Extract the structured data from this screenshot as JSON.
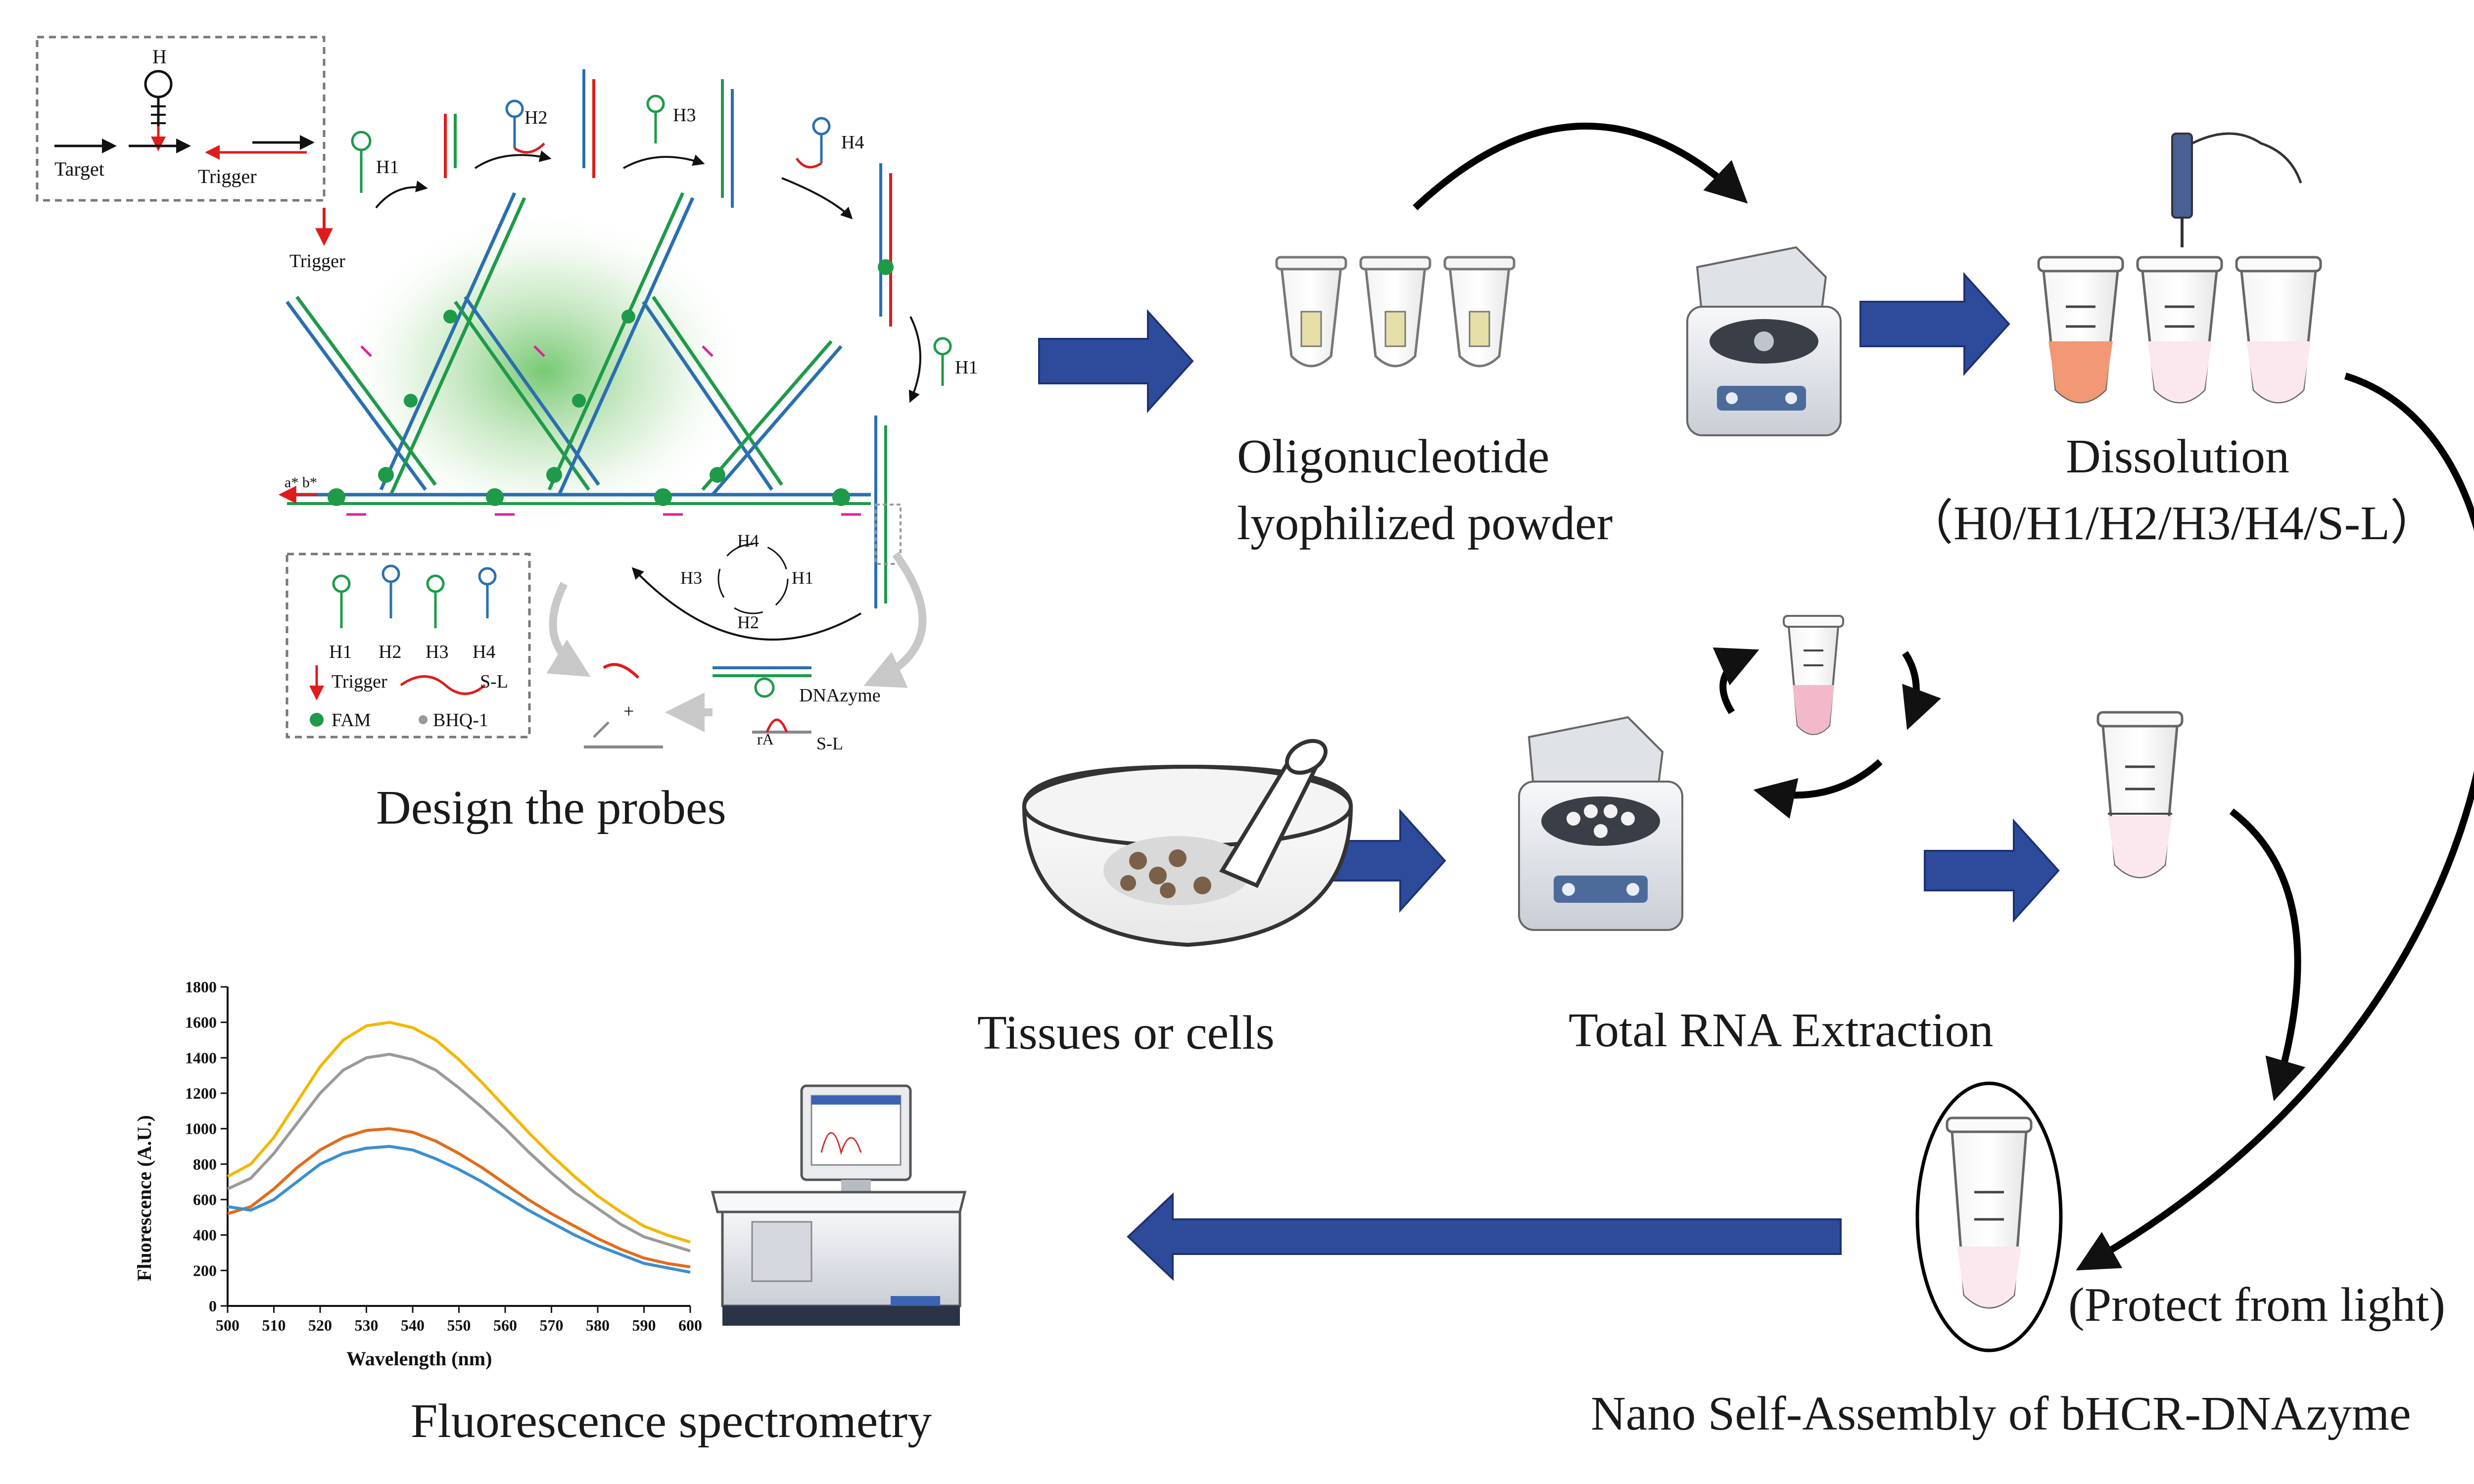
{
  "captions": {
    "design": "Design the probes",
    "oligo_line1": "Oligonucleotide",
    "oligo_line2": "lyophilized powder",
    "dissolution": "Dissolution",
    "dissolution_list": "（H0/H1/H2/H3/H4/S-L）",
    "tissues": "Tissues or cells",
    "rna": "Total RNA Extraction",
    "protect": "(Protect from light)",
    "assembly": "Nano Self-Assembly of bHCR-DNAzyme",
    "fluorescence": "Fluorescence spectrometry"
  },
  "design_labels": {
    "hairpin": "H",
    "target": "Target",
    "trigger_inset": "Trigger",
    "trigger": "Trigger",
    "h1": "H1",
    "h2": "H2",
    "h3": "H3",
    "h4": "H4",
    "h1_right": "H1",
    "ab": "a* b*",
    "cycle_h4": "H4",
    "cycle_h3": "H3",
    "cycle_h1": "H1",
    "cycle_h2": "H2",
    "dnazyme": "DNAzyme",
    "sl": "S-L",
    "ra": "rA",
    "plus": "+",
    "legend": {
      "h1": "H1",
      "h2": "H2",
      "h3": "H3",
      "h4": "H4",
      "trigger": "Trigger",
      "sl": "S-L",
      "fam": "FAM",
      "bhq": "BHQ-1"
    }
  },
  "chart_data": {
    "type": "line",
    "xlabel": "Wavelength (nm)",
    "ylabel": "Fluorescence (A.U.)",
    "xlim": [
      500,
      600
    ],
    "ylim": [
      0,
      1800
    ],
    "xticks": [
      500,
      510,
      520,
      530,
      540,
      550,
      560,
      570,
      580,
      590,
      600
    ],
    "yticks": [
      0,
      200,
      400,
      600,
      800,
      1000,
      1200,
      1400,
      1600,
      1800
    ],
    "x": [
      500,
      505,
      510,
      515,
      520,
      525,
      530,
      535,
      540,
      545,
      550,
      555,
      560,
      565,
      570,
      575,
      580,
      585,
      590,
      595,
      600
    ],
    "series": [
      {
        "color": "#f2b705",
        "values": [
          730,
          800,
          950,
          1150,
          1350,
          1500,
          1580,
          1600,
          1570,
          1500,
          1390,
          1260,
          1120,
          980,
          850,
          730,
          620,
          530,
          450,
          400,
          360
        ]
      },
      {
        "color": "#9a9a9a",
        "values": [
          660,
          720,
          860,
          1030,
          1200,
          1330,
          1400,
          1420,
          1390,
          1330,
          1230,
          1120,
          1000,
          870,
          750,
          640,
          550,
          460,
          390,
          350,
          310
        ]
      },
      {
        "color": "#e36c1a",
        "values": [
          520,
          560,
          660,
          780,
          880,
          950,
          990,
          1000,
          980,
          930,
          860,
          780,
          690,
          600,
          520,
          450,
          380,
          320,
          270,
          240,
          220
        ]
      },
      {
        "color": "#3a8fd1",
        "values": [
          560,
          540,
          600,
          700,
          800,
          860,
          890,
          900,
          880,
          830,
          770,
          700,
          620,
          540,
          470,
          400,
          340,
          290,
          240,
          215,
          190
        ]
      }
    ]
  }
}
